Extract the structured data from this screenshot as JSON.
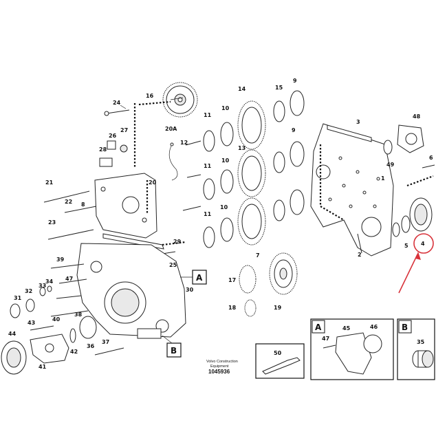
{
  "callouts": {
    "c2": "2",
    "c3": "3",
    "c4": "4",
    "c5": "5",
    "c6": "6",
    "c7": "7",
    "c9a": "9",
    "c9b": "9",
    "c10a": "10",
    "c10b": "10",
    "c10c": "10",
    "c11a": "11",
    "c11b": "11",
    "c11c": "11",
    "c12": "12",
    "c13": "13",
    "c14": "14",
    "c15": "15",
    "c16": "16",
    "c17": "17",
    "c18": "18",
    "c19": "19",
    "c20": "20",
    "c20a": "20A",
    "c21": "21",
    "c22": "22",
    "c23": "23",
    "c24": "24",
    "c25": "25",
    "c26": "26",
    "c27": "27",
    "c28": "28",
    "c29": "29",
    "c30": "30",
    "c31": "31",
    "c32": "32",
    "c33": "33",
    "c34": "34",
    "c35": "35",
    "c36": "36",
    "c37": "37",
    "c38": "38",
    "c39": "39",
    "c40": "40",
    "c41": "41",
    "c42": "42",
    "c43": "43",
    "c44": "44",
    "c45": "45",
    "c46": "46",
    "c47a": "47",
    "c47b": "47",
    "c48": "48",
    "c49": "49",
    "c50": "50",
    "c1": "1",
    "c8": "8"
  },
  "detail_boxes": {
    "a_label": "A",
    "b_label": "B",
    "a_ref_label": "A",
    "b_ref_label": "B"
  },
  "footer": {
    "brand_line1": "Volvo Construction",
    "brand_line2": "Equipment",
    "doc_number": "1045936"
  },
  "colors": {
    "highlight": "#d8323a",
    "line": "#222222"
  },
  "annotation": {
    "highlighted_part": "4",
    "marker": "red-circle-with-arrow"
  }
}
